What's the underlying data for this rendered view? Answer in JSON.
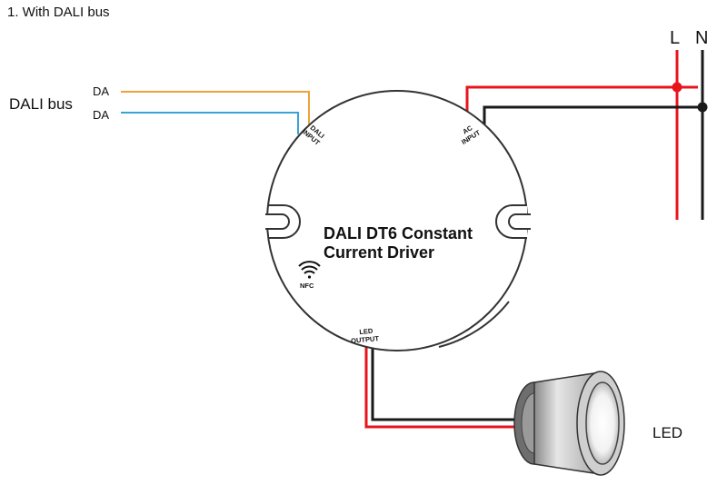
{
  "section_title": "1. With DALI bus",
  "dali_bus": {
    "label": "DALI bus",
    "terminal_1": "DA",
    "terminal_2": "DA"
  },
  "mains": {
    "live": "L",
    "neutral": "N"
  },
  "driver": {
    "title_line_1": "DALI DT6 Constant",
    "title_line_2": "Current Driver",
    "nfc_label": "NFC",
    "port_dali_1": "DALI",
    "port_dali_2": "INPUT",
    "port_ac_1": "AC",
    "port_ac_2": "INPUT",
    "port_led_1": "LED",
    "port_led_2": "OUTPUT"
  },
  "load": {
    "label": "LED"
  },
  "colors": {
    "wire_orange": "#f0a23a",
    "wire_blue": "#3aa3d6",
    "wire_red": "#e8141d",
    "wire_black": "#1a1a1a",
    "outline": "#333333"
  }
}
